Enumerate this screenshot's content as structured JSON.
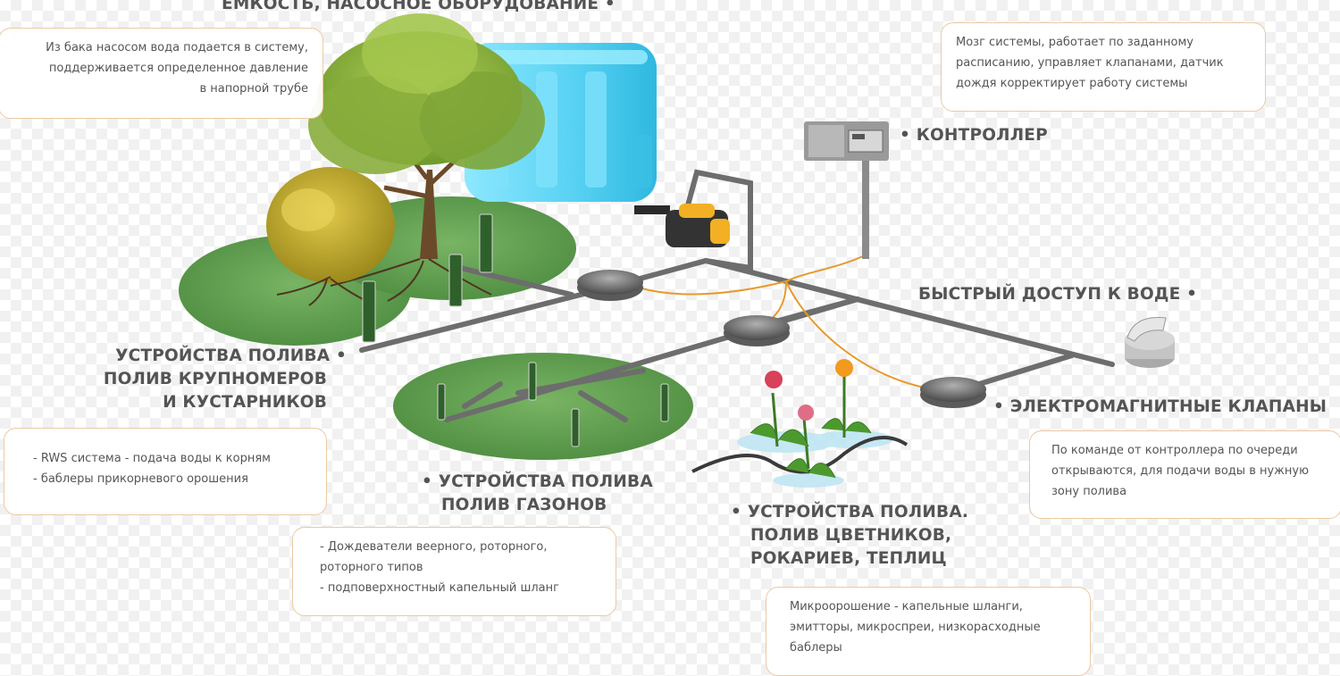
{
  "headings": {
    "tank": "ЕМКОСТЬ, НАСОСНОЕ ОБОРУДОВАНИЕ",
    "controller": "КОНТРОЛЛЕР",
    "quick_access": "БЫСТРЫЙ ДОСТУП К ВОДЕ",
    "valves": "ЭЛЕКТРОМАГНИТНЫЕ КЛАПАНЫ",
    "trees": [
      "УСТРОЙСТВА ПОЛИВА",
      "ПОЛИВ КРУПНОМЕРОВ",
      "И КУСТАРНИКОВ"
    ],
    "lawns": [
      "УСТРОЙСТВА ПОЛИВА",
      "ПОЛИВ ГАЗОНОВ"
    ],
    "flowers": [
      "УСТРОЙСТВА ПОЛИВА.",
      "ПОЛИВ ЦВЕТНИКОВ,",
      "РОКАРИЕВ, ТЕПЛИЦ"
    ]
  },
  "descriptions": {
    "tank": [
      "Из бака насосом вода подается в систему,",
      "поддерживается определенное давление",
      "в напорной трубе"
    ],
    "controller": [
      "Мозг системы, работает по заданному",
      "расписанию, управляет клапанами, датчик",
      "дождя корректирует работу системы"
    ],
    "trees": [
      "- RWS система - подача воды к корням",
      "- баблеры прикорневого орошения"
    ],
    "lawns": [
      "- Дождеватели веерного, роторного,",
      "роторного типов",
      "- подповерхностный капельный шланг"
    ],
    "valves": [
      "По команде от контроллера по очереди",
      "открываются, для подачи воды в нужную",
      "зону полива"
    ],
    "flowers": [
      "Микроорошение - капельные шланги,",
      "эмитторы, микроспреи, низкорасходные",
      "баблеры"
    ]
  },
  "bullet": "•",
  "colors": {
    "grass": "#5f9e4f",
    "pipe": "#6d6d6d",
    "wire": "#e79a2c",
    "tank": "#5dd3f2",
    "border": "#ecc9a4",
    "text": "#545454"
  }
}
